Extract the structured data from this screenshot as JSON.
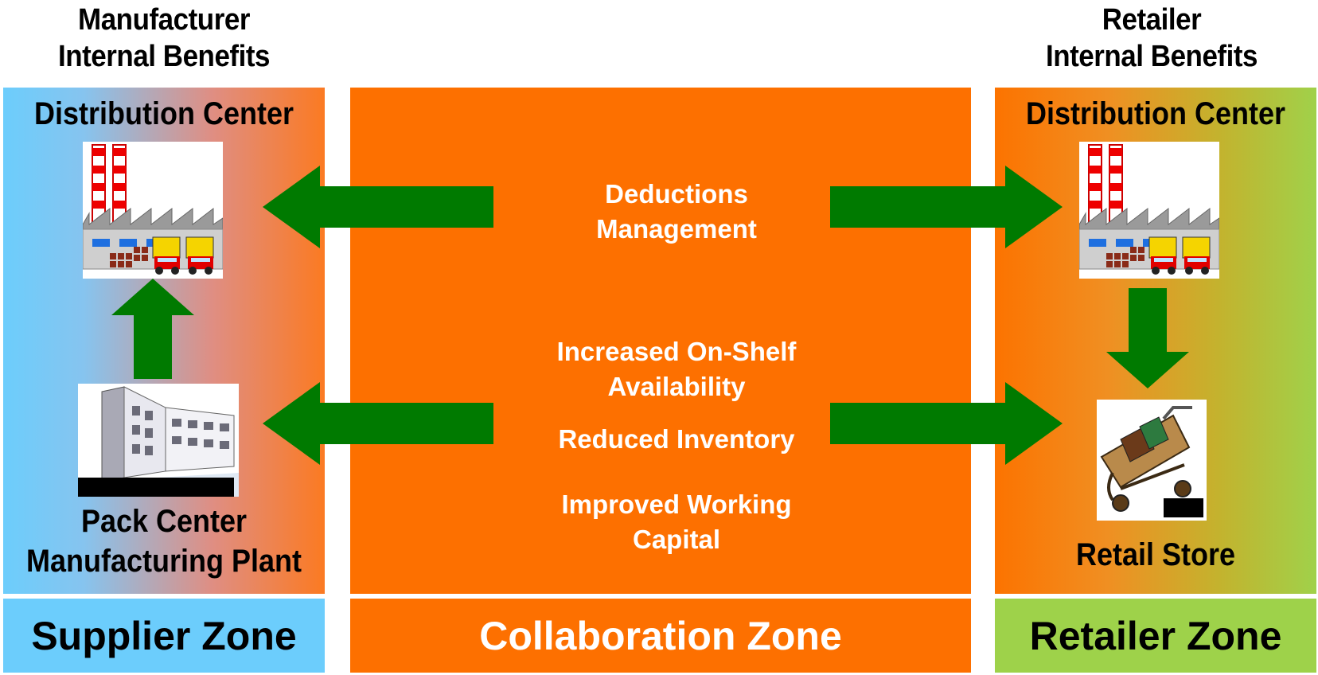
{
  "left_heading": {
    "line1": "Manufacturer",
    "line2": "Internal Benefits"
  },
  "right_heading": {
    "line1": "Retailer",
    "line2": "Internal Benefits"
  },
  "left_panel": {
    "top_label": "Distribution Center",
    "bottom_label_line1": "Pack Center",
    "bottom_label_line2": "Manufacturing Plant"
  },
  "right_panel": {
    "top_label": "Distribution Center",
    "bottom_label": "Retail Store"
  },
  "benefits": {
    "deductions_line1": "Deductions",
    "deductions_line2": "Management",
    "osa_line1": "Increased On-Shelf",
    "osa_line2": "Availability",
    "inventory": "Reduced Inventory",
    "capital_line1": "Improved Working",
    "capital_line2": "Capital"
  },
  "zones": {
    "supplier": "Supplier Zone",
    "collaboration": "Collaboration Zone",
    "retailer": "Retailer Zone"
  },
  "colors": {
    "collaboration_orange": "#fd7000",
    "supplier_blue": "#6ccdfc",
    "retailer_green": "#9ed24a",
    "arrow_green": "#007a00"
  },
  "icons": [
    "factory-icon",
    "factory-icon",
    "building-icon",
    "shopping-cart-icon"
  ]
}
